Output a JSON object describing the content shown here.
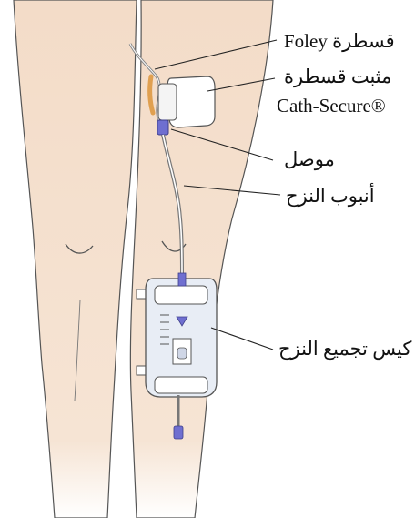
{
  "callouts": {
    "foley_catheter": "قسطرة Foley",
    "catheter_securer_ar": "مثبت قسطرة",
    "catheter_securer_brand": "Cath-Secure®",
    "connector": "موصل",
    "drainage_tubing": "أنبوب النزح",
    "drainage_bag": "كيس تجميع النزح"
  },
  "colors": {
    "skin": "#f3dcc8",
    "outline": "#555555",
    "bag_fill": "#e8edf5",
    "connector": "#6f6fd0",
    "catheter": "#e0a050"
  }
}
